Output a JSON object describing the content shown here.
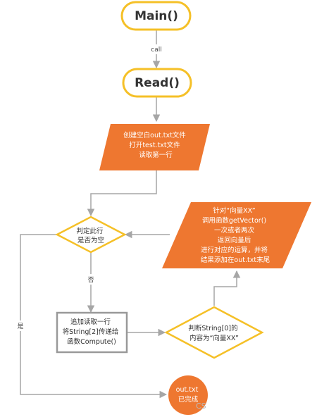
{
  "diagram": {
    "colors": {
      "terminator_border": "#f5c027",
      "process_fill": "#ee7730",
      "decision_border": "#f5c027",
      "decision_fill": "#ffffff",
      "box_border": "#999999",
      "connector": "#a6a6a6",
      "end_fill": "#ee7730"
    },
    "nodes": {
      "main": {
        "label": "Main()"
      },
      "read": {
        "label": "Read()"
      },
      "init": {
        "lines": [
          "创建空白out.txt文件",
          "打开test.txt文件",
          "读取第一行"
        ]
      },
      "check_line": {
        "lines": [
          "判定此行",
          "是否为空"
        ]
      },
      "append_read": {
        "lines": [
          "追加读取一行",
          "将String[2]传递给",
          "函数Compute()"
        ]
      },
      "check_content": {
        "lines": [
          "判断String[0]的",
          "内容为“向量XX”"
        ]
      },
      "vector_op": {
        "lines": [
          "针对“向量XX”",
          "调用函数getVector()",
          "一次或者两次",
          "返回向量后",
          "进行对应的运算，并将",
          "结果添加在out.txt末尾"
        ]
      },
      "end": {
        "lines": [
          "out.txt",
          "已完成"
        ]
      }
    },
    "edge_labels": {
      "call": "call",
      "no": "否",
      "yes": "是"
    },
    "watermark": "CS"
  }
}
